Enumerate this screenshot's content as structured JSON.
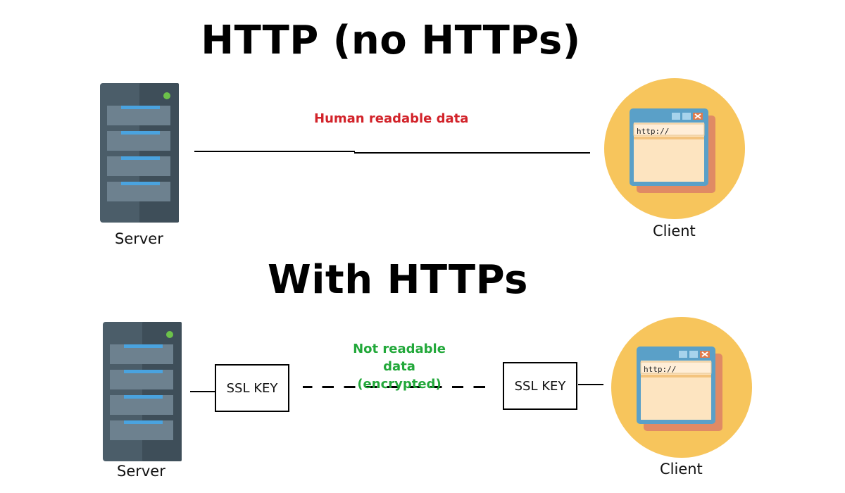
{
  "top_section": {
    "title": "HTTP (no HTTPs)",
    "server_label": "Server",
    "client_label": "Client",
    "data_label": "Human readable data",
    "data_label_color": "#d2232a"
  },
  "bottom_section": {
    "title": "With HTTPs",
    "server_label": "Server",
    "client_label": "Client",
    "data_label_line1": "Not readable data",
    "data_label_line2": "(encrypted)",
    "data_label_color": "#22a83a",
    "ssl_left": "SSL KEY",
    "ssl_right": "SSL KEY"
  },
  "client_window": {
    "address_text": "http://"
  },
  "colors": {
    "server_body": "#4b5d69",
    "server_dark": "#3e4e59",
    "server_bay": "#6d818f",
    "server_slot_light": "#4aa3df",
    "server_led": "#6cc24a",
    "client_circle": "#f7c55c",
    "client_window_frame": "#5aa0c8",
    "client_window_body": "#fde4c0",
    "client_window_shadow": "#e08a64"
  },
  "icons": {
    "server": "server-icon",
    "client": "browser-window-icon"
  }
}
